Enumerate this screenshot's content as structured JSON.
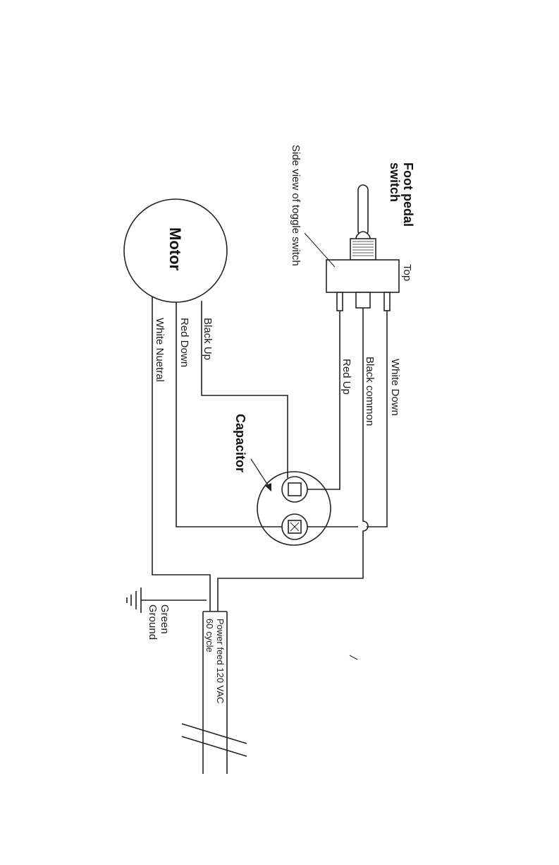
{
  "labels": {
    "foot_pedal": "Foot pedal",
    "switch": "switch",
    "top": "Top",
    "side_view": "Side view of  toggle switch",
    "motor": "Motor",
    "white_down": "White Down",
    "black_common": "Black common",
    "red_up": "Red Up",
    "black_up": "Black Up",
    "red_down": "Red Down",
    "white_neutral": "White Nuetral",
    "capacitor": "Capacitor",
    "green": "Green",
    "ground": "Ground",
    "power_feed": "Power feed 120 VAC",
    "cycle": "60 cycle"
  },
  "colors": {
    "line": "#222222",
    "text": "#1a1a1a",
    "background": "#ffffff"
  }
}
